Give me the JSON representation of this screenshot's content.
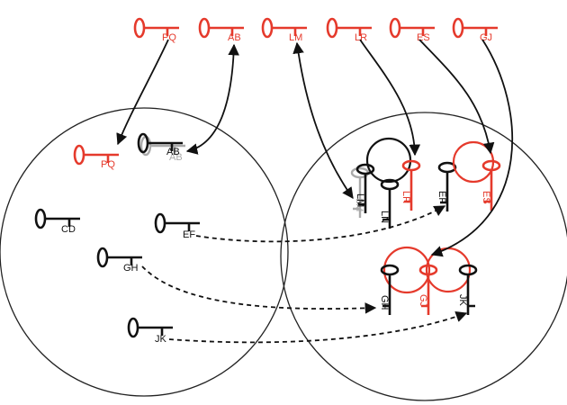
{
  "colors": {
    "black": "#111111",
    "red": "#e53a2c",
    "gray": "#aaaaaa"
  },
  "top_keys": [
    "PQ",
    "AB",
    "LM",
    "LR",
    "ES",
    "GJ"
  ],
  "left_keys": {
    "PQ": "PQ",
    "AB": "AB",
    "AB_shadow": "AB",
    "CD": "CD",
    "EF": "EF",
    "GH": "GH",
    "JK": "JK"
  },
  "right_keys": {
    "LM": "LM",
    "LM_shadow": "LM",
    "LN": "LN",
    "LR": "LR",
    "EF": "EF",
    "ES": "ES",
    "GH": "GH",
    "GJ": "GJ",
    "JK": "JK"
  }
}
